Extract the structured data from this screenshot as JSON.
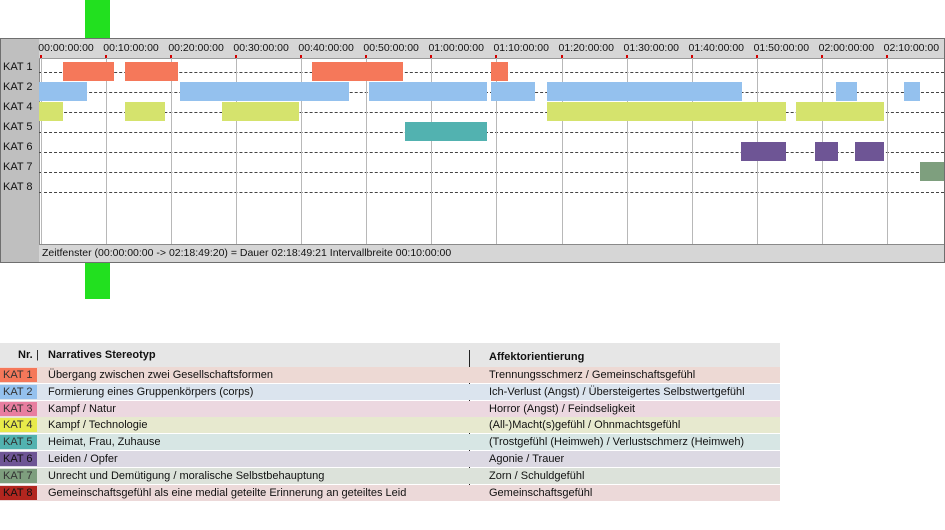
{
  "colors": {
    "marker": "#22e01f",
    "kat1": "#f5785a",
    "kat2": "#94c1ee",
    "kat3": "#e87ea0",
    "kat4": "#d5e36d",
    "kat5": "#52b2b0",
    "kat6": "#6e5595",
    "kat7": "#7e9f7e",
    "kat8": "#b2261f"
  },
  "timeline": {
    "rows": [
      "KAT 1",
      "KAT 2",
      "KAT 4",
      "KAT 5",
      "KAT 6",
      "KAT 7",
      "KAT 8"
    ],
    "row_categories": [
      1,
      2,
      4,
      5,
      6,
      7,
      8
    ],
    "ticks": [
      "00:00:00:00",
      "00:10:00:00",
      "00:20:00:00",
      "00:30:00:00",
      "00:40:00:00",
      "00:50:00:00",
      "01:00:00:00",
      "01:10:00:00",
      "01:20:00:00",
      "01:30:00:00",
      "01:40:00:00",
      "01:50:00:00",
      "02:00:00:00",
      "02:10:00:00"
    ],
    "view_start_min": -0.35,
    "view_end_min": 138.82,
    "segments": [
      {
        "cat": 1,
        "start": 3.4,
        "end": 11.2
      },
      {
        "cat": 1,
        "start": 12.8,
        "end": 21.1
      },
      {
        "cat": 1,
        "start": 41.7,
        "end": 55.6
      },
      {
        "cat": 1,
        "start": 69.2,
        "end": 71.8
      },
      {
        "cat": 2,
        "start": -0.35,
        "end": 7.0
      },
      {
        "cat": 2,
        "start": 21.3,
        "end": 47.3
      },
      {
        "cat": 2,
        "start": 50.4,
        "end": 68.5
      },
      {
        "cat": 2,
        "start": 69.1,
        "end": 75.9
      },
      {
        "cat": 2,
        "start": 77.8,
        "end": 107.7
      },
      {
        "cat": 2,
        "start": 122.2,
        "end": 125.4
      },
      {
        "cat": 2,
        "start": 132.6,
        "end": 135.1
      },
      {
        "cat": 4,
        "start": -0.35,
        "end": 3.3
      },
      {
        "cat": 4,
        "start": 12.8,
        "end": 19.0
      },
      {
        "cat": 4,
        "start": 27.8,
        "end": 39.6
      },
      {
        "cat": 4,
        "start": 77.8,
        "end": 114.5
      },
      {
        "cat": 4,
        "start": 116.1,
        "end": 129.6
      },
      {
        "cat": 5,
        "start": 55.9,
        "end": 68.5
      },
      {
        "cat": 6,
        "start": 107.6,
        "end": 114.5
      },
      {
        "cat": 6,
        "start": 119.0,
        "end": 122.5
      },
      {
        "cat": 6,
        "start": 125.1,
        "end": 129.6
      },
      {
        "cat": 7,
        "start": 135.1,
        "end": 138.82
      }
    ],
    "status": "Zeitfenster (00:00:00:00 -> 02:18:49:20) = Dauer 02:18:49:21    Intervallbreite 00:10:00:00"
  },
  "legend": {
    "headers": {
      "nr": "Nr.",
      "stereotyp": "Narratives Stereotyp",
      "affekt": "Affektorientierung"
    },
    "rows": [
      {
        "nr": "KAT 1",
        "text": "Übergang zwischen zwei Gesellschaftsformen",
        "affekt": "Trennungsschmerz / Gemeinschaftsgefühl",
        "color": "#f5785a",
        "bg": "#edd9d4"
      },
      {
        "nr": "KAT 2",
        "text": "Formierung eines Gruppenkörpers (corps)",
        "affekt": "Ich-Verlust (Angst) / Übersteigertes Selbstwertgefühl",
        "color": "#94c1ee",
        "bg": "#dbe4ee"
      },
      {
        "nr": "KAT 3",
        "text": "Kampf / Natur",
        "affekt": "Horror (Angst) / Feindseligkeit",
        "color": "#e87ea0",
        "bg": "#ecd8e0"
      },
      {
        "nr": "KAT 4",
        "text": "Kampf / Technologie",
        "affekt": "(All-)Macht(s)gefühl / Ohnmachtsgefühl",
        "color": "#e8ea4a",
        "bg": "#e7e9cf"
      },
      {
        "nr": "KAT 5",
        "text": "Heimat, Frau, Zuhause",
        "affekt": "(Trostgefühl (Heimweh) / Verlustschmerz (Heimweh)",
        "color": "#52b2b0",
        "bg": "#d7e6e4"
      },
      {
        "nr": "KAT 6",
        "text": "Leiden / Opfer",
        "affekt": "Agonie / Trauer",
        "color": "#6e5595",
        "bg": "#dcd9e3"
      },
      {
        "nr": "KAT 7",
        "text": "Unrecht und Demütigung / moralische Selbstbehauptung",
        "affekt": "Zorn / Schuldgefühl",
        "color": "#7e9f7e",
        "bg": "#dce2da"
      },
      {
        "nr": "KAT 8",
        "text": "Gemeinschaftsgefühl als eine medial geteilte Erinnerung an geteiltes Leid",
        "affekt": "Gemeinschaftsgefühl",
        "color": "#b2261f",
        "bg": "#ecd9d9"
      }
    ]
  }
}
